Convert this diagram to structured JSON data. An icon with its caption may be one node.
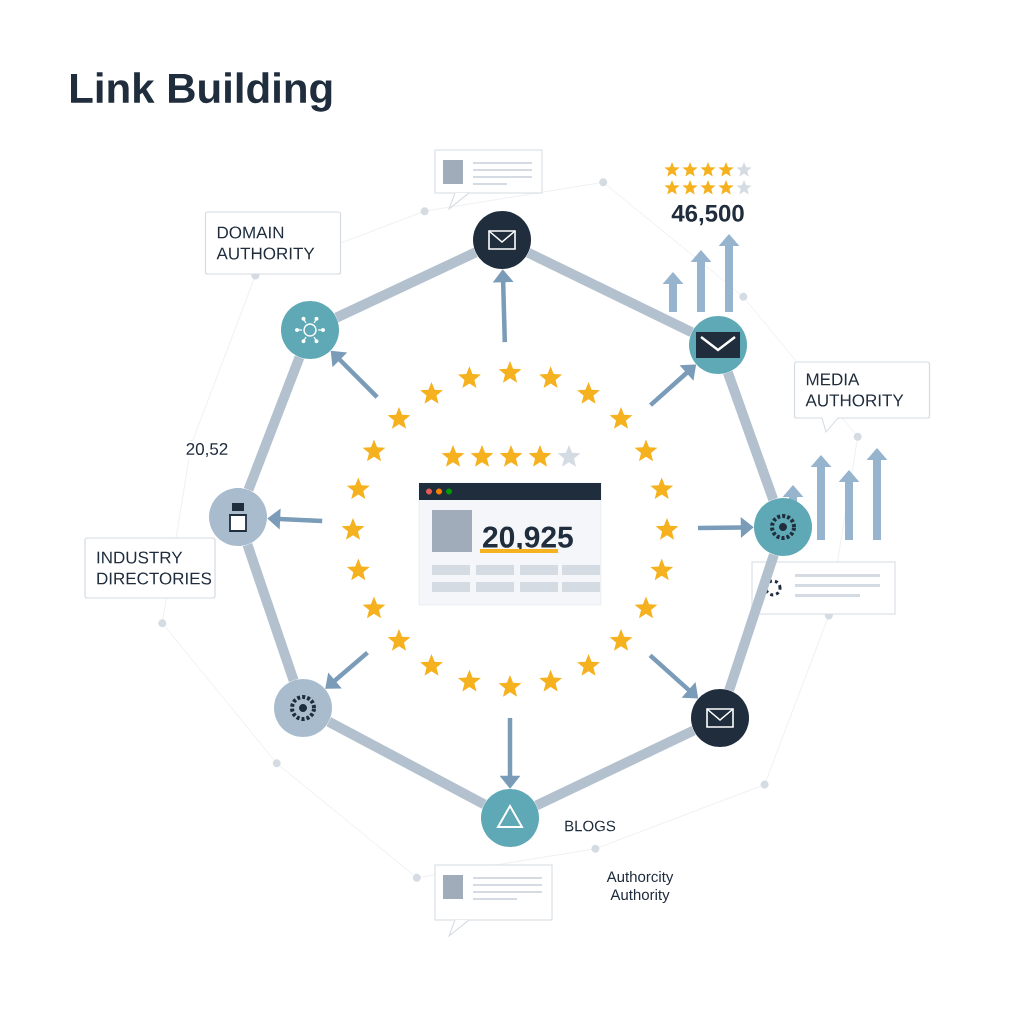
{
  "diagram": {
    "title": "Link Building",
    "nodes": [
      {
        "text": [
          "20,925"
        ]
      },
      {
        "text": [],
        "shape": "circle"
      },
      {
        "text": [],
        "shape": "circle"
      },
      {
        "text": [],
        "shape": "circle"
      },
      {
        "text": [],
        "shape": "circle"
      },
      {
        "text": [],
        "shape": "circle"
      },
      {
        "text": [],
        "shape": "circle"
      },
      {
        "text": [],
        "shape": "circle"
      },
      {
        "text": [],
        "shape": "circle"
      },
      {
        "text": [
          "DOMAIN AUTHORITY"
        ]
      },
      {
        "text": [
          "MEDIA AUTHORITY"
        ]
      },
      {
        "text": [
          "INDUSTRY DIRECTORIES"
        ]
      }
    ],
    "edges": [
      {
        "from": null,
        "to": 1,
        "arrow": "to",
        "color": "#7b9cb8"
      },
      {
        "from": null,
        "to": 2,
        "arrow": "to",
        "color": "#7b9cb8"
      },
      {
        "from": null,
        "to": 3,
        "arrow": "to",
        "color": "#7b9cb8"
      },
      {
        "from": null,
        "to": 4,
        "arrow": "to",
        "color": "#7b9cb8"
      },
      {
        "from": null,
        "to": 5,
        "arrow": "to",
        "color": "#7b9cb8"
      },
      {
        "from": null,
        "to": 6,
        "arrow": "to",
        "color": "#7b9cb8"
      },
      {
        "from": null,
        "to": 7,
        "arrow": "to",
        "color": "#7b9cb8"
      },
      {
        "from": null,
        "to": 8,
        "arrow": "to",
        "color": "#7b9cb8"
      },
      {
        "from": 1,
        "to": 2,
        "arrow": "none",
        "style": "thick",
        "color": "#b3c1ce"
      },
      {
        "from": 2,
        "to": 3,
        "arrow": "none",
        "style": "thick",
        "color": "#b3c1ce"
      },
      {
        "from": 3,
        "to": 4,
        "arrow": "none",
        "style": "thick",
        "color": "#b3c1ce"
      },
      {
        "from": 4,
        "to": 5,
        "arrow": "none",
        "style": "thick",
        "color": "#b3c1ce"
      },
      {
        "from": 5,
        "to": 6,
        "arrow": "none",
        "style": "thick",
        "color": "#b3c1ce"
      },
      {
        "from": 6,
        "to": 7,
        "arrow": "none",
        "style": "thick",
        "color": "#b3c1ce"
      },
      {
        "from": 7,
        "to": 8,
        "arrow": "none",
        "style": "thick",
        "color": "#b3c1ce"
      },
      {
        "from": 8,
        "to": 1,
        "arrow": "none",
        "style": "thick",
        "color": "#b3c1ce"
      }
    ],
    "labels": [
      "46,500",
      "20,52",
      "BLOGS",
      "Authorcity",
      "Authority"
    ]
  }
}
